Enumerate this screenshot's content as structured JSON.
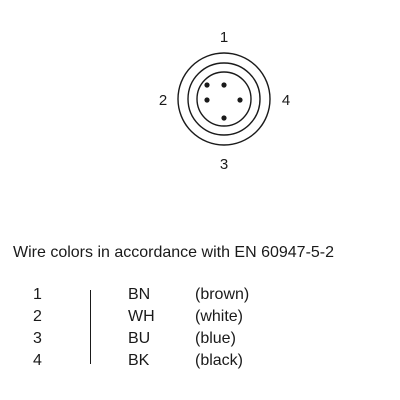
{
  "connector": {
    "pin_labels": [
      "1",
      "2",
      "3",
      "4"
    ]
  },
  "caption": "Wire colors in accordance with EN 60947-5-2",
  "wires": [
    {
      "pin": "1",
      "code": "BN",
      "color": "(brown)"
    },
    {
      "pin": "2",
      "code": "WH",
      "color": "(white)"
    },
    {
      "pin": "3",
      "code": "BU",
      "color": "(blue)"
    },
    {
      "pin": "4",
      "code": "BK",
      "color": "(black)"
    }
  ],
  "colors": {
    "line": "#1a1a1a",
    "background": "#ffffff"
  }
}
